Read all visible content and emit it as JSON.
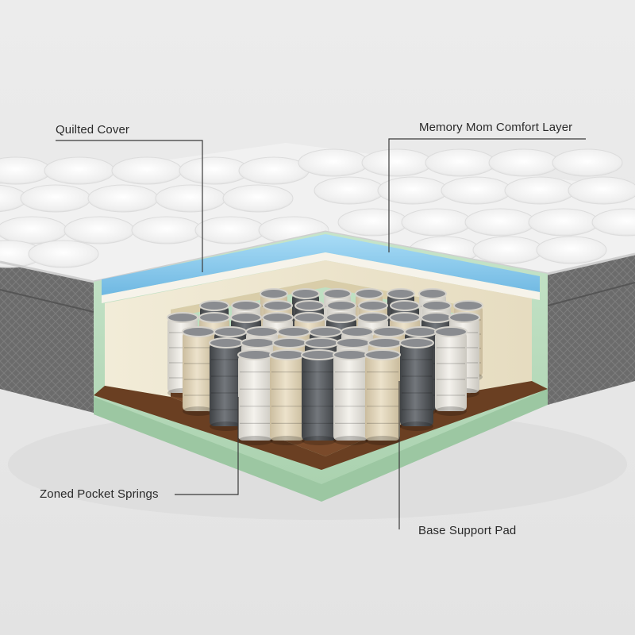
{
  "labels": {
    "quilted_cover": "Quilted Cover",
    "comfort_layer": "Memory Mom Comfort Layer",
    "pocket_springs": "Zoned Pocket Springs",
    "base_pad": "Base Support Pad"
  },
  "colors": {
    "background": "#e9e9e9",
    "quilt_top": "#f4f4f4",
    "side_fabric": "#6e6e6e",
    "memory_foam": "#7fc4ea",
    "comfort_foam": "#efe7cf",
    "base_pad": "#b7dbbd",
    "coir_layer": "#6a3f22",
    "spring_cream": "#e2d6bd",
    "spring_grey": "#5a5d61",
    "spring_white": "#e8e6e0"
  }
}
